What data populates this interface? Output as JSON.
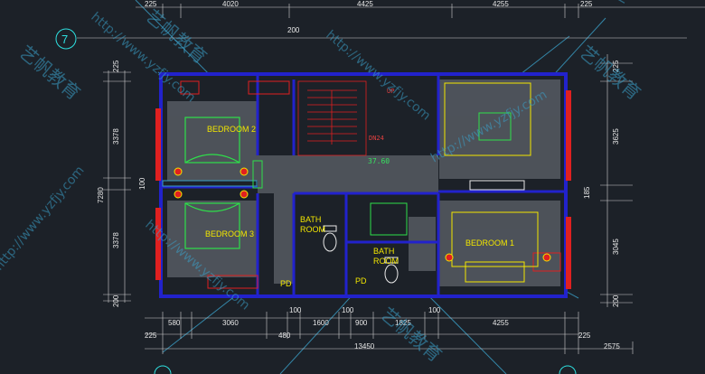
{
  "grid_bubble": "7",
  "dimensions_top": [
    "225",
    "4020",
    "4425",
    "4255",
    "225"
  ],
  "dim_top_mid": "200",
  "dimensions_left": [
    "225",
    "3378",
    "100",
    "3378",
    "200"
  ],
  "dim_left_total": "7280",
  "dimensions_right": [
    "225",
    "3625",
    "185",
    "3045",
    "200"
  ],
  "dimensions_bottom_segments": [
    "580",
    "3060",
    "100",
    "1600",
    "100",
    "900",
    "1825",
    "100",
    "4255"
  ],
  "dimension_bottom_480": "480",
  "dimension_bottom_side_left": "225",
  "dimension_bottom_side_right": "225",
  "dimension_bottom_total": "13450",
  "dimension_bottom_extra": "2575",
  "rooms": {
    "bedroom_1": "BEDROOM 1",
    "bedroom_2": "BEDROOM 2",
    "bedroom_3": "BEDROOM 3",
    "bath_room_left_line1": "BATH",
    "bath_room_left_line2": "ROOM",
    "bath_room_right_line1": "BATH",
    "bath_room_right_line2": "ROOM",
    "pd_left": "PD",
    "pd_right": "PD"
  },
  "stair": {
    "up": "UP",
    "dn": "DN24",
    "level": "37.60"
  },
  "watermarks": {
    "cn": "艺帆教育",
    "url": "http://www.yzfjy.com"
  },
  "colors": {
    "background": "#1c2128",
    "wall": "#2222cc",
    "red": "#e02020",
    "green": "#2ee04a",
    "yellow": "#f2e600",
    "cyan": "#3aa0c8"
  }
}
